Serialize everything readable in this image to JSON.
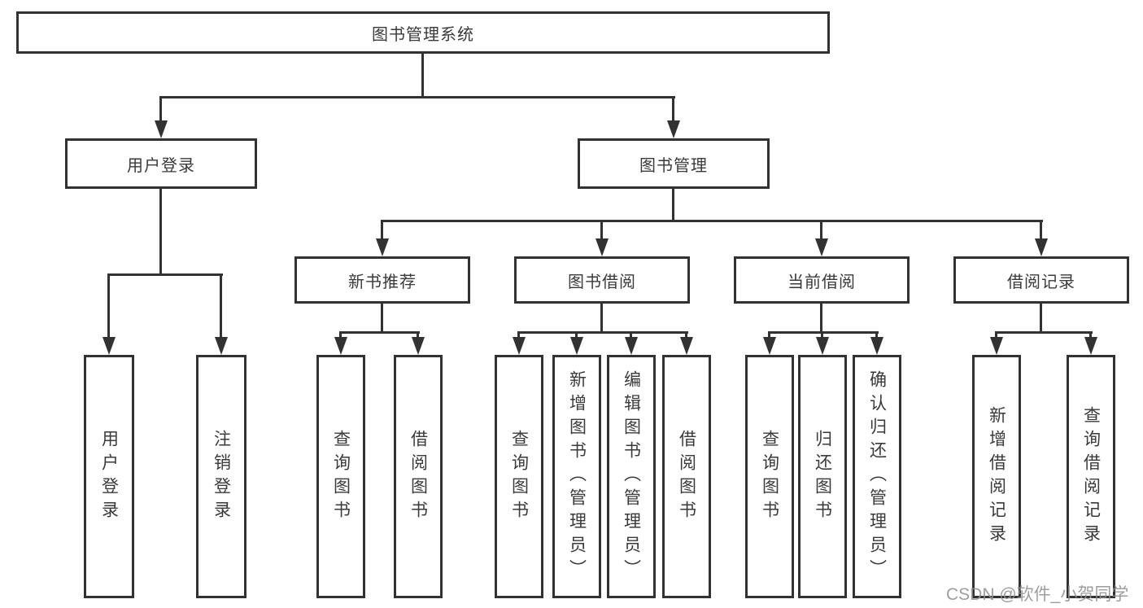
{
  "tree": {
    "label": "图书管理系统",
    "children": [
      {
        "label": "用户登录",
        "children": [
          {
            "label": "用户登录"
          },
          {
            "label": "注销登录"
          }
        ]
      },
      {
        "label": "图书管理",
        "children": [
          {
            "label": "新书推荐",
            "children": [
              {
                "label": "查询图书"
              },
              {
                "label": "借阅图书"
              }
            ]
          },
          {
            "label": "图书借阅",
            "children": [
              {
                "label": "查询图书"
              },
              {
                "label": "新增图书（管理员）"
              },
              {
                "label": "编辑图书（管理员）"
              },
              {
                "label": "借阅图书"
              }
            ]
          },
          {
            "label": "当前借阅",
            "children": [
              {
                "label": "查询图书"
              },
              {
                "label": "归还图书"
              },
              {
                "label": "确认归还（管理员）"
              }
            ]
          },
          {
            "label": "借阅记录",
            "children": [
              {
                "label": "新增借阅记录"
              },
              {
                "label": "查询借阅记录"
              }
            ]
          }
        ]
      }
    ]
  },
  "watermark": {
    "text": "CSDN @软件_小贺同学"
  },
  "colors": {
    "line": "#323232",
    "text": "#3a3a3a",
    "background": "#ffffff",
    "watermark": "#919191"
  }
}
